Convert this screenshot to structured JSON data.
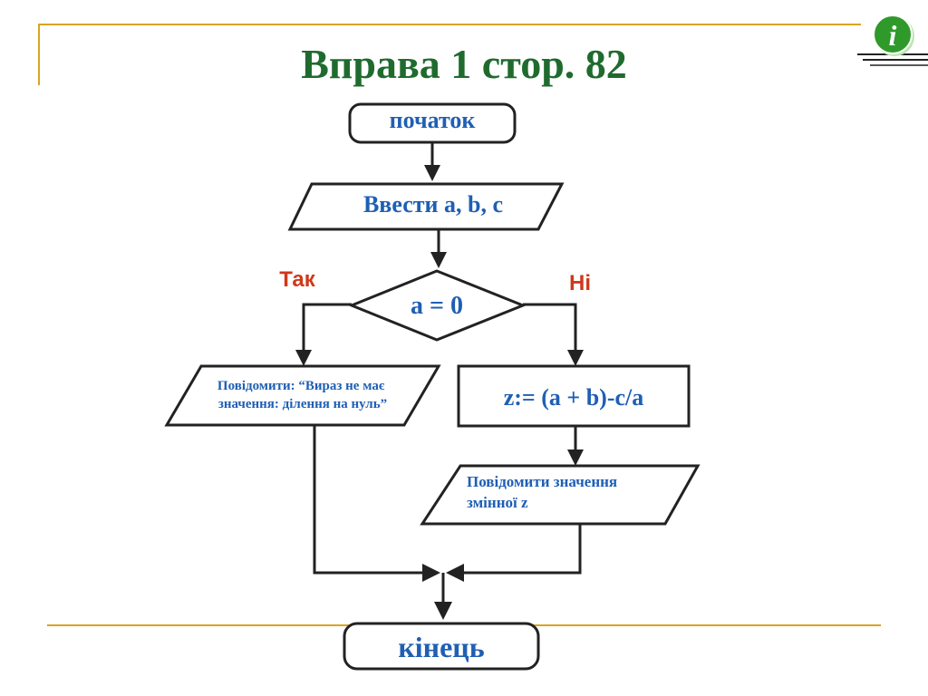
{
  "slide": {
    "title": "Вправа 1 стор. 82",
    "info_icon": "info-icon",
    "colors": {
      "title": "#1f6b2e",
      "node_text": "#1f5fb4",
      "branch_labels": "#d0381a",
      "frame_lines": "#d9a520",
      "icon_green": "#2f9a2a"
    }
  },
  "flowchart": {
    "start": "початок",
    "input": "Ввести a, b, c",
    "condition": "a = 0",
    "yes_label": "Так",
    "no_label": "Ні",
    "yes_output": {
      "line1": "Повідомити: “Вираз не має",
      "line2": "значення: ділення на нуль”"
    },
    "no_process": "z:= (a + b)-c/a",
    "no_output": {
      "line1": "Повідомити значення",
      "line2": "змінної z"
    },
    "end": "кінець"
  }
}
